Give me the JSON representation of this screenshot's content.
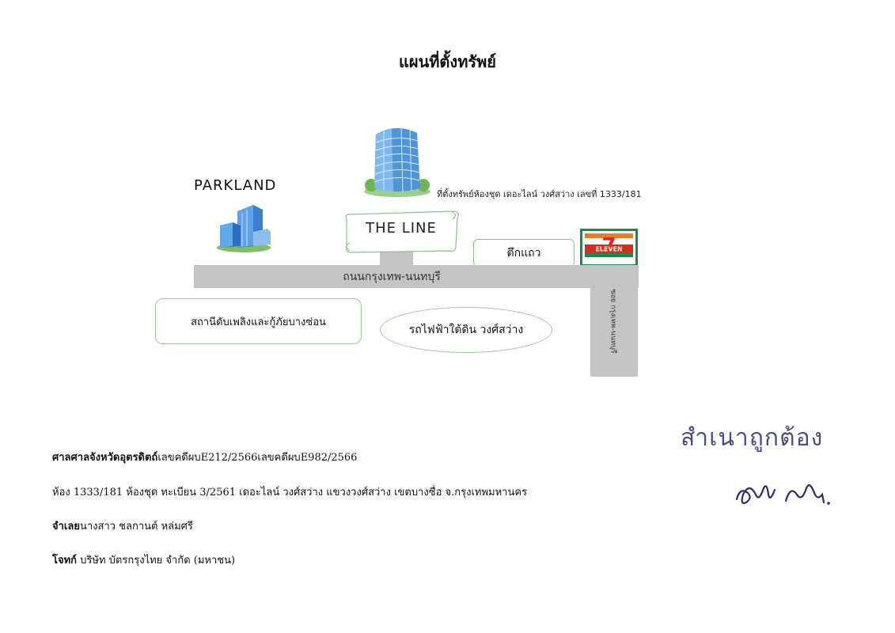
{
  "header": {
    "title": "แผนที่ตั้งทรัพย์"
  },
  "map": {
    "parkland_label": "PARKLAND",
    "property_caption": "ที่ตั้งทรัพย์ห้องชุด เดอะไลน์ วงศ์สว่าง เลขที่ 1333/181",
    "the_line_label": "THE LINE",
    "row_house_label": "ตึกแถว",
    "main_road_label": "ถนนกรุงเทพ-นนทบุรี",
    "side_road_label": "ซอย กรุงเทพ-นนทบุรี",
    "fire_station_label": "สถานีดับเพลิงและกู้ภัยบางซ่อน",
    "mrt_label": "รถไฟฟ้าใต้ดิน วงศ์สว่าง",
    "store_logo_text": "ELEVEN",
    "store_logo_number": "7",
    "icons": [
      "parkland-building-icon",
      "the-line-tower-icon",
      "seven-eleven-logo-icon"
    ]
  },
  "case_info": {
    "court_label": "ศาลศาลจังหวัดอุตรดิตถ์",
    "case_numbers": "เลขคดีผบE212/2566เลขคดีผบE982/2566",
    "property_line": "ห้อง 1333/181 ห้องชุด ทะเบียน 3/2561 เดอะไลน์ วงศ์สว่าง แขวงวงศ์สว่าง เขตบางซื่อ จ.กรุงเทพมหานคร",
    "defendant_label": "จำเลย",
    "defendant_name": "นางสาว ชลกานต์ หล่มศรี",
    "plaintiff_label": "โจทก์",
    "plaintiff_name": " บริษัท บัตรกรุงไทย  จำกัด (มหาชน)"
  },
  "certification": {
    "stamp_text": "สำเนาถูกต้อง",
    "signature": "ณ ท."
  },
  "colors": {
    "road": "#c4c4c4",
    "box_border": "#9cc896",
    "seven_green": "#1b8a4a",
    "seven_orange": "#f07b1f",
    "seven_red": "#e1261c"
  }
}
